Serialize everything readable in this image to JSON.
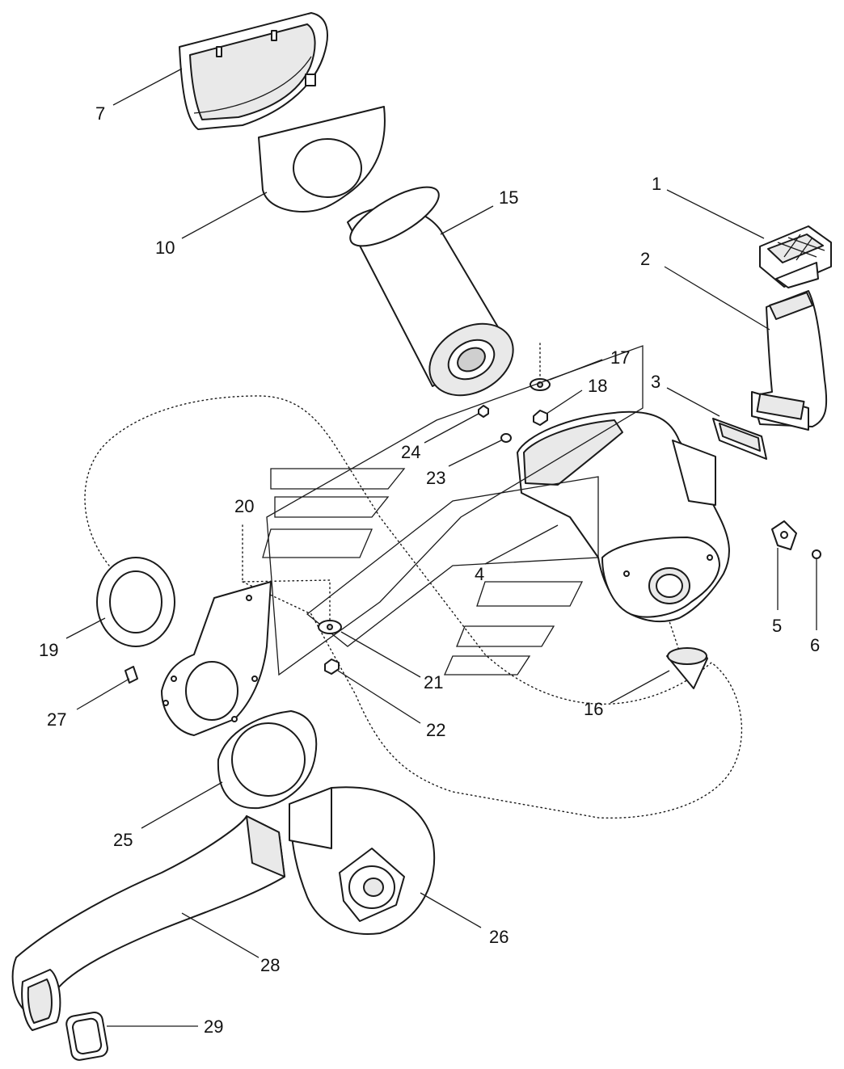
{
  "callouts": {
    "c1": "1",
    "c2": "2",
    "c3": "3",
    "c4": "4",
    "c5": "5",
    "c6": "6",
    "c7": "7",
    "c10": "10",
    "c15": "15",
    "c16": "16",
    "c17": "17",
    "c18": "18",
    "c19": "19",
    "c20": "20",
    "c21": "21",
    "c22": "22",
    "c23": "23",
    "c24": "24",
    "c25": "25",
    "c26": "26",
    "c27": "27",
    "c28": "28",
    "c29": "29"
  },
  "colors": {
    "line": "#1a1a1a",
    "background": "#ffffff",
    "shade": "#e9e9e9"
  }
}
